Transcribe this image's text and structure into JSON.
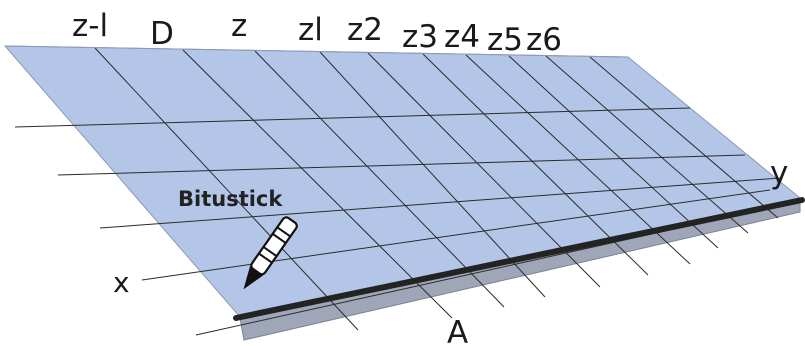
{
  "diagram": {
    "top_labels": [
      "z-l",
      "D",
      "z",
      "zl",
      "z2",
      "z3",
      "z4",
      "z5",
      "z6"
    ],
    "axis_x_label": "x",
    "axis_y_label": "y",
    "bottom_label": "A",
    "tool_label": "Bitustick"
  },
  "colors": {
    "surface_fill": "#b3c6e8",
    "surface_edge": "#9aa7c2",
    "grid_line": "#2b2b2b",
    "edge_strip": "#232323",
    "crayon_fill": "#ffffff",
    "crayon_stroke": "#111111"
  }
}
